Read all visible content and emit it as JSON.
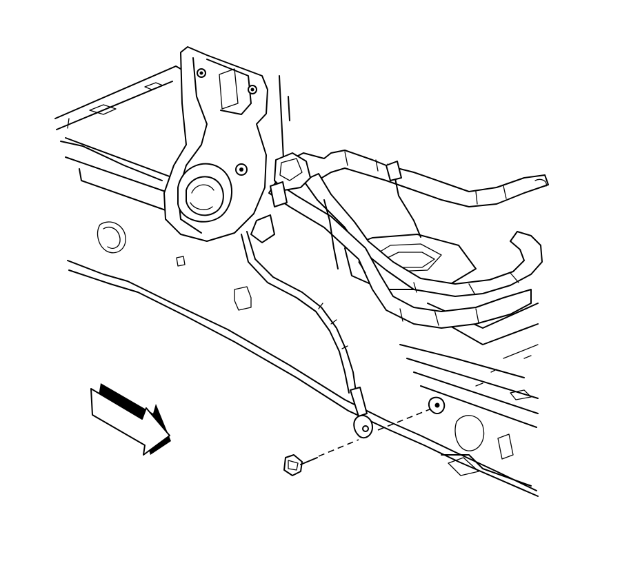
{
  "diagram": {
    "view": "underbody-frame-rail-isometric",
    "components": [
      "frame-rail",
      "crossmember",
      "mounting-bracket",
      "tube-assembly",
      "wiring-harness",
      "ground-strap-terminal",
      "bolt",
      "weld-nut",
      "direction-arrow"
    ],
    "arrow": {
      "meaning": "vehicle-front-direction"
    }
  }
}
